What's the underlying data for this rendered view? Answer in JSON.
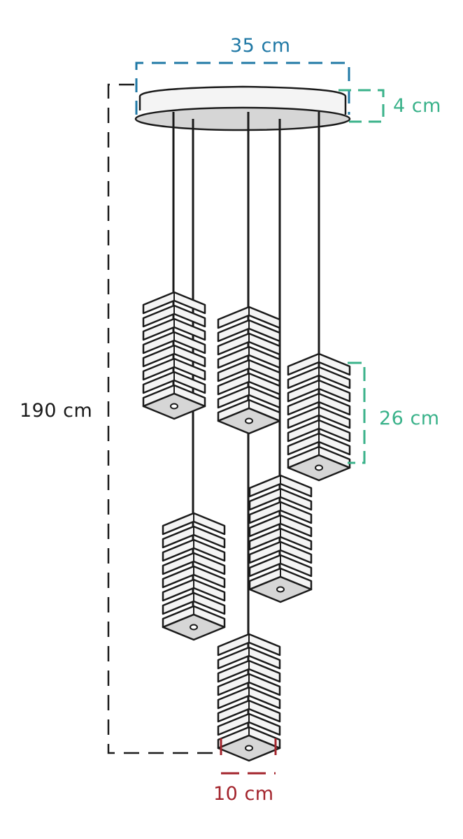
{
  "dimensions": {
    "canopy_width": "35 cm",
    "canopy_height": "4 cm",
    "total_drop": "190 cm",
    "shade_height": "26 cm",
    "shade_width": "10 cm"
  },
  "colors": {
    "canopy_width": "#1f78a5",
    "canopy_height": "#3ab28a",
    "total_drop": "#1a1a1a",
    "shade_height": "#3ab28a",
    "shade_width": "#a3242c",
    "outline": "#1a1a1a",
    "canopy_top": "#f4f4f4",
    "canopy_bottom": "#d6d6d6",
    "shade_fill": "#f4f4f4"
  },
  "pendant_count": 6
}
